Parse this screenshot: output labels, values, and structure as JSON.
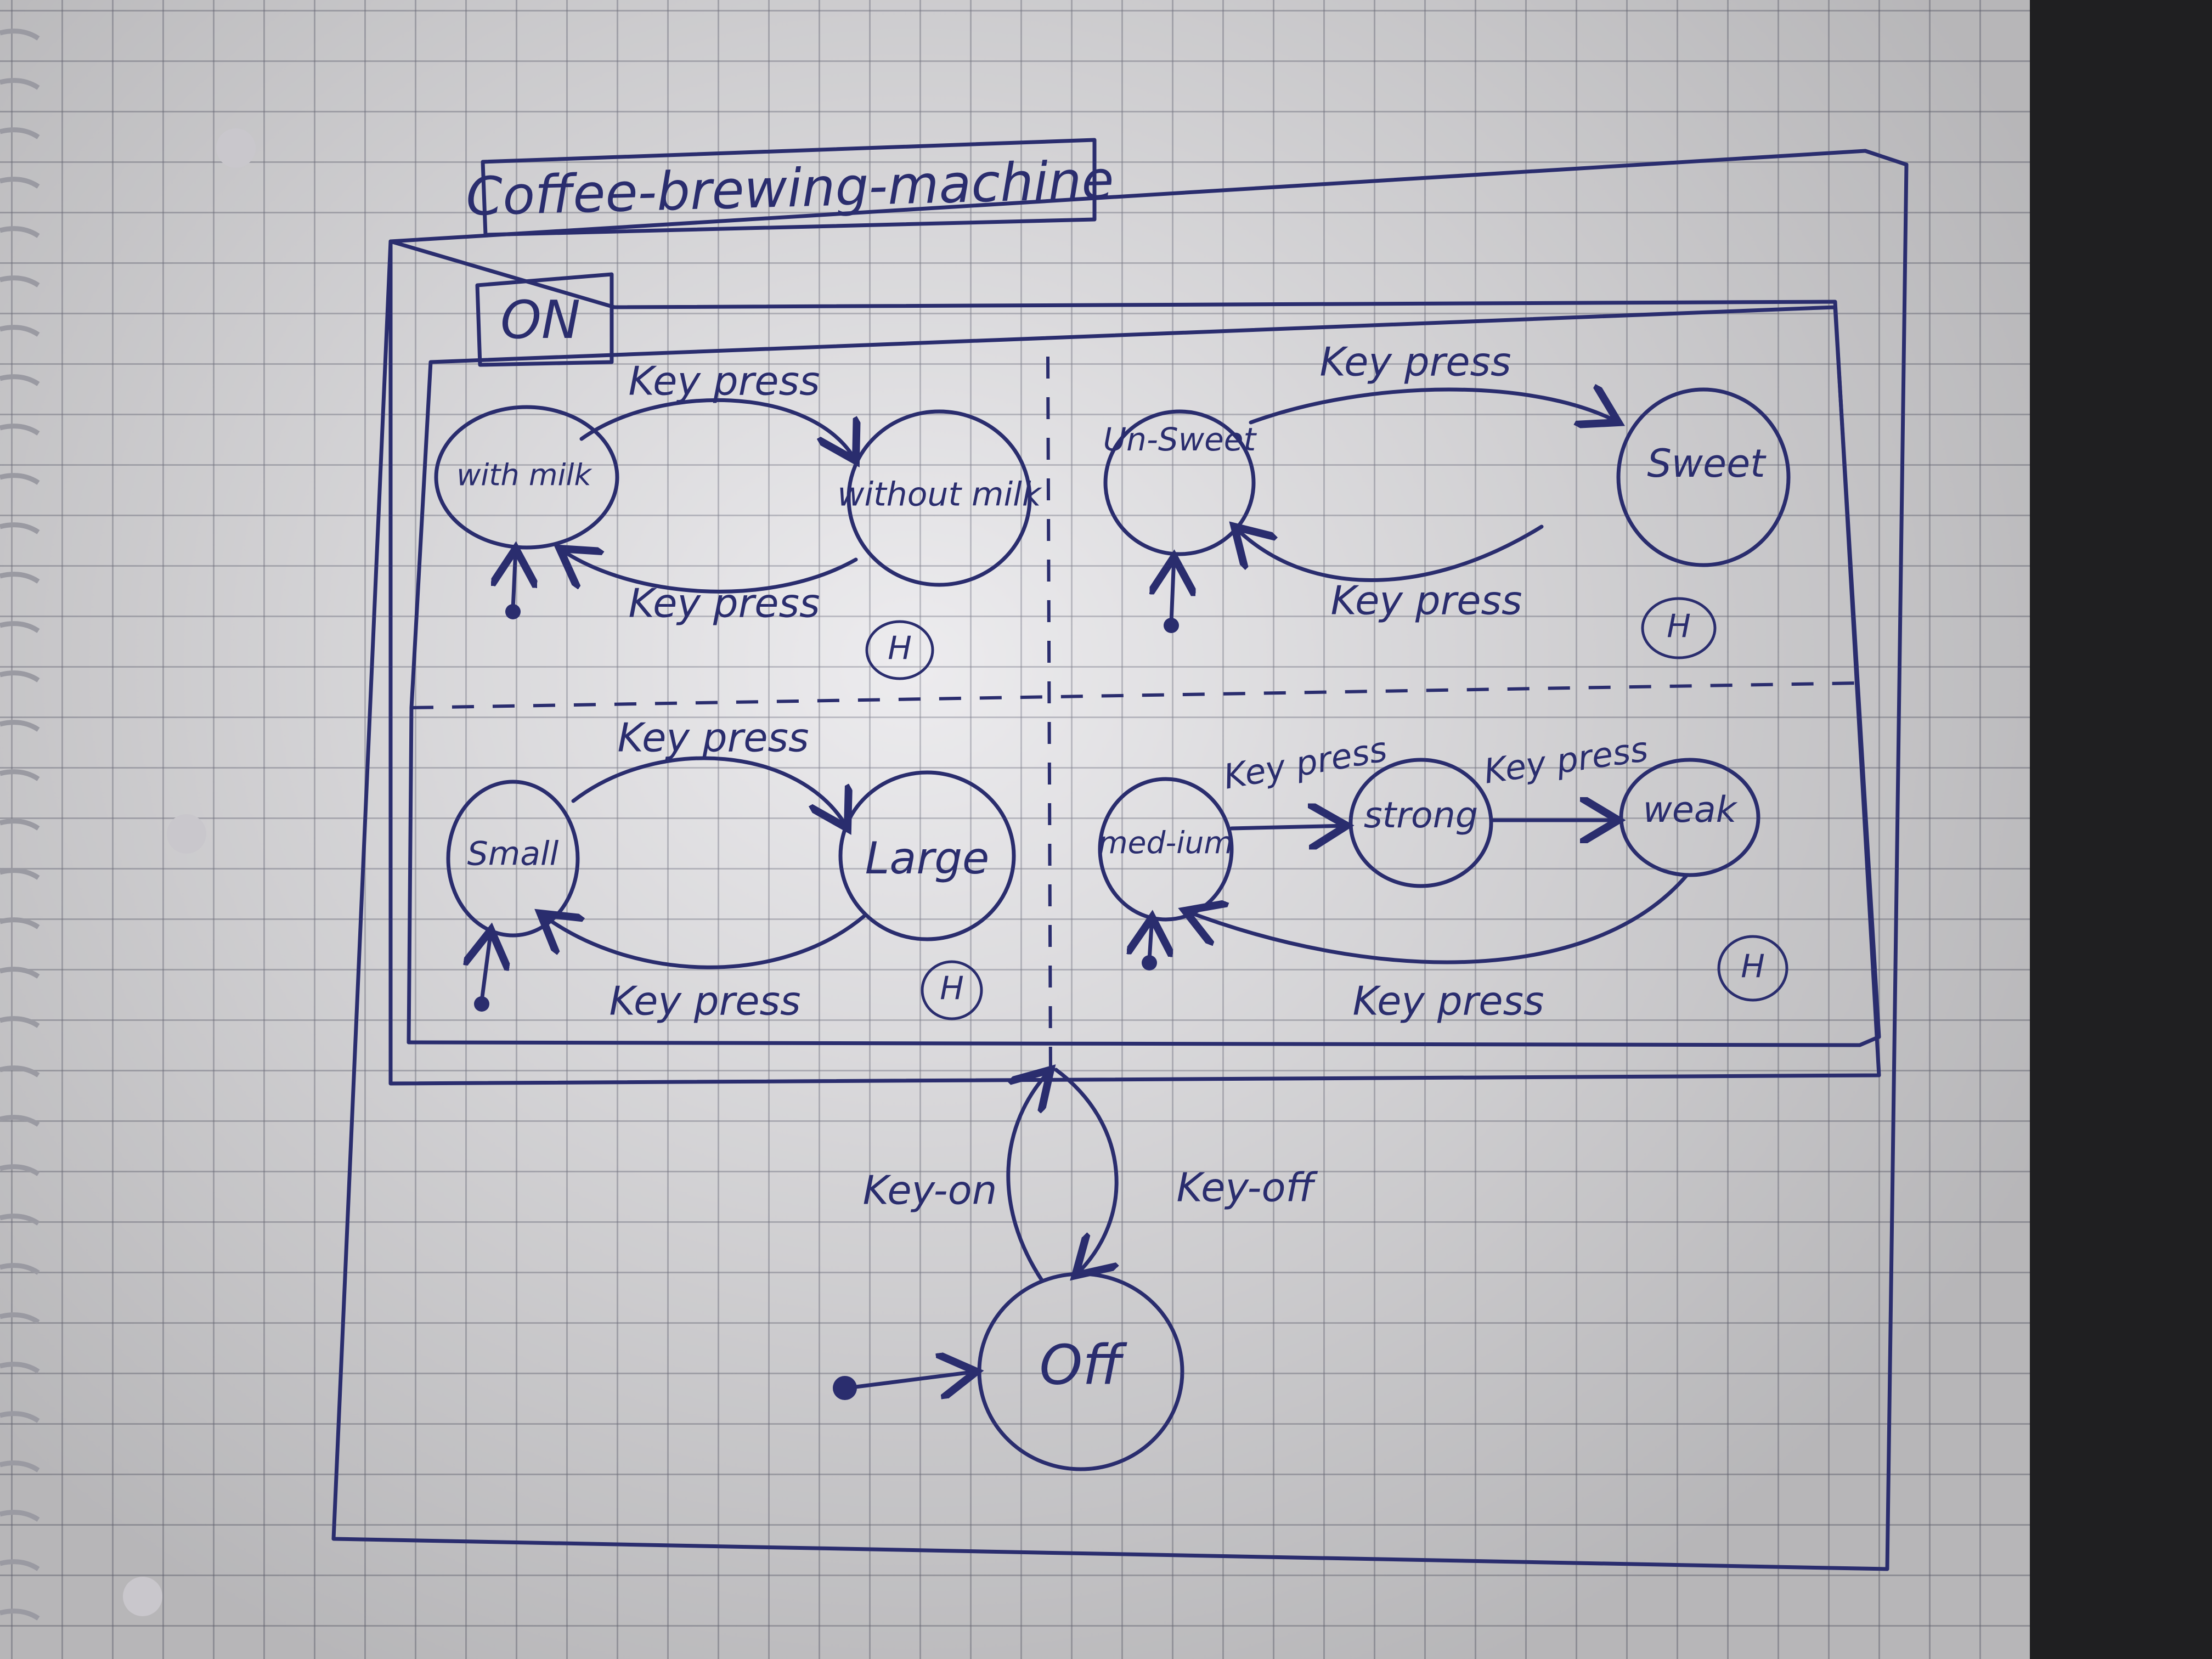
{
  "diagram": {
    "title": "Coffee-brewing-machine",
    "composite_state": "ON",
    "history_marker": "H",
    "regions": [
      {
        "states": [
          "with milk",
          "without milk"
        ],
        "transitions": [
          {
            "from": "with milk",
            "to": "without milk",
            "label": "Key press"
          },
          {
            "from": "without milk",
            "to": "with milk",
            "label": "Key press"
          }
        ]
      },
      {
        "states": [
          "Un-Sweet",
          "Sweet"
        ],
        "transitions": [
          {
            "from": "Un-Sweet",
            "to": "Sweet",
            "label": "Key press"
          },
          {
            "from": "Sweet",
            "to": "Un-Sweet",
            "label": "Key press"
          }
        ]
      },
      {
        "states": [
          "Small",
          "Large"
        ],
        "transitions": [
          {
            "from": "Small",
            "to": "Large",
            "label": "Key press"
          },
          {
            "from": "Large",
            "to": "Small",
            "label": "Key press"
          }
        ]
      },
      {
        "states": [
          "med-ium",
          "strong",
          "weak"
        ],
        "transitions": [
          {
            "from": "med-ium",
            "to": "strong",
            "label": "Key press"
          },
          {
            "from": "strong",
            "to": "weak",
            "label": "Key press"
          },
          {
            "from": "weak",
            "to": "med-ium",
            "label": "Key press"
          }
        ]
      }
    ],
    "off_state": "Off",
    "outer_transitions": [
      {
        "from": "Off",
        "to": "ON",
        "label": "Key-on"
      },
      {
        "from": "ON",
        "to": "Off",
        "label": "Key-off"
      }
    ]
  }
}
